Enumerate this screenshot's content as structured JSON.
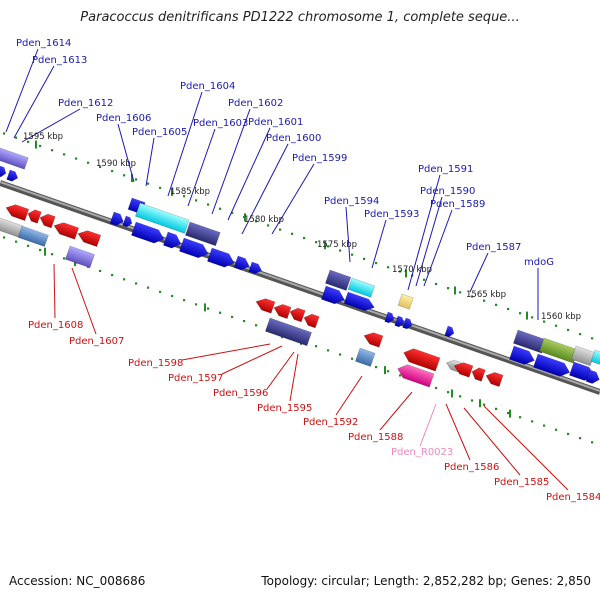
{
  "title": "Paracoccus denitrificans PD1222 chromosome 1, complete seque...",
  "footer": {
    "accession": "Accession: NC_008686",
    "summary": "Topology: circular; Length: 2,852,282 bp; Genes: 2,850"
  },
  "colors": {
    "plus_label": "#1a1ab0",
    "minus_label": "#cc1111",
    "rna_label": "#ee88bb",
    "backbone": "#808080",
    "tick": "#228b22",
    "kbp_label": "#222222"
  },
  "kbp_ticks": [
    "1595 kbp",
    "1590 kbp",
    "1585 kbp",
    "1580 kbp",
    "1575 kbp",
    "1570 kbp",
    "1565 kbp",
    "1560 kbp"
  ],
  "plus_genes": [
    "Pden_1614",
    "Pden_1613",
    "Pden_1612",
    "Pden_1606",
    "Pden_1605",
    "Pden_1604",
    "Pden_1603",
    "Pden_1602",
    "Pden_1601",
    "Pden_1600",
    "Pden_1599",
    "Pden_1594",
    "Pden_1593",
    "Pden_1591",
    "Pden_1590",
    "Pden_1589",
    "Pden_1587",
    "mdoG"
  ],
  "minus_genes": [
    "Pden_1608",
    "Pden_1607",
    "Pden_1598",
    "Pden_1597",
    "Pden_1596",
    "Pden_1595",
    "Pden_1592",
    "Pden_1588",
    "Pden_1586",
    "Pden_1585",
    "Pden_1584"
  ],
  "rna_genes": [
    "Pden_R0023"
  ]
}
